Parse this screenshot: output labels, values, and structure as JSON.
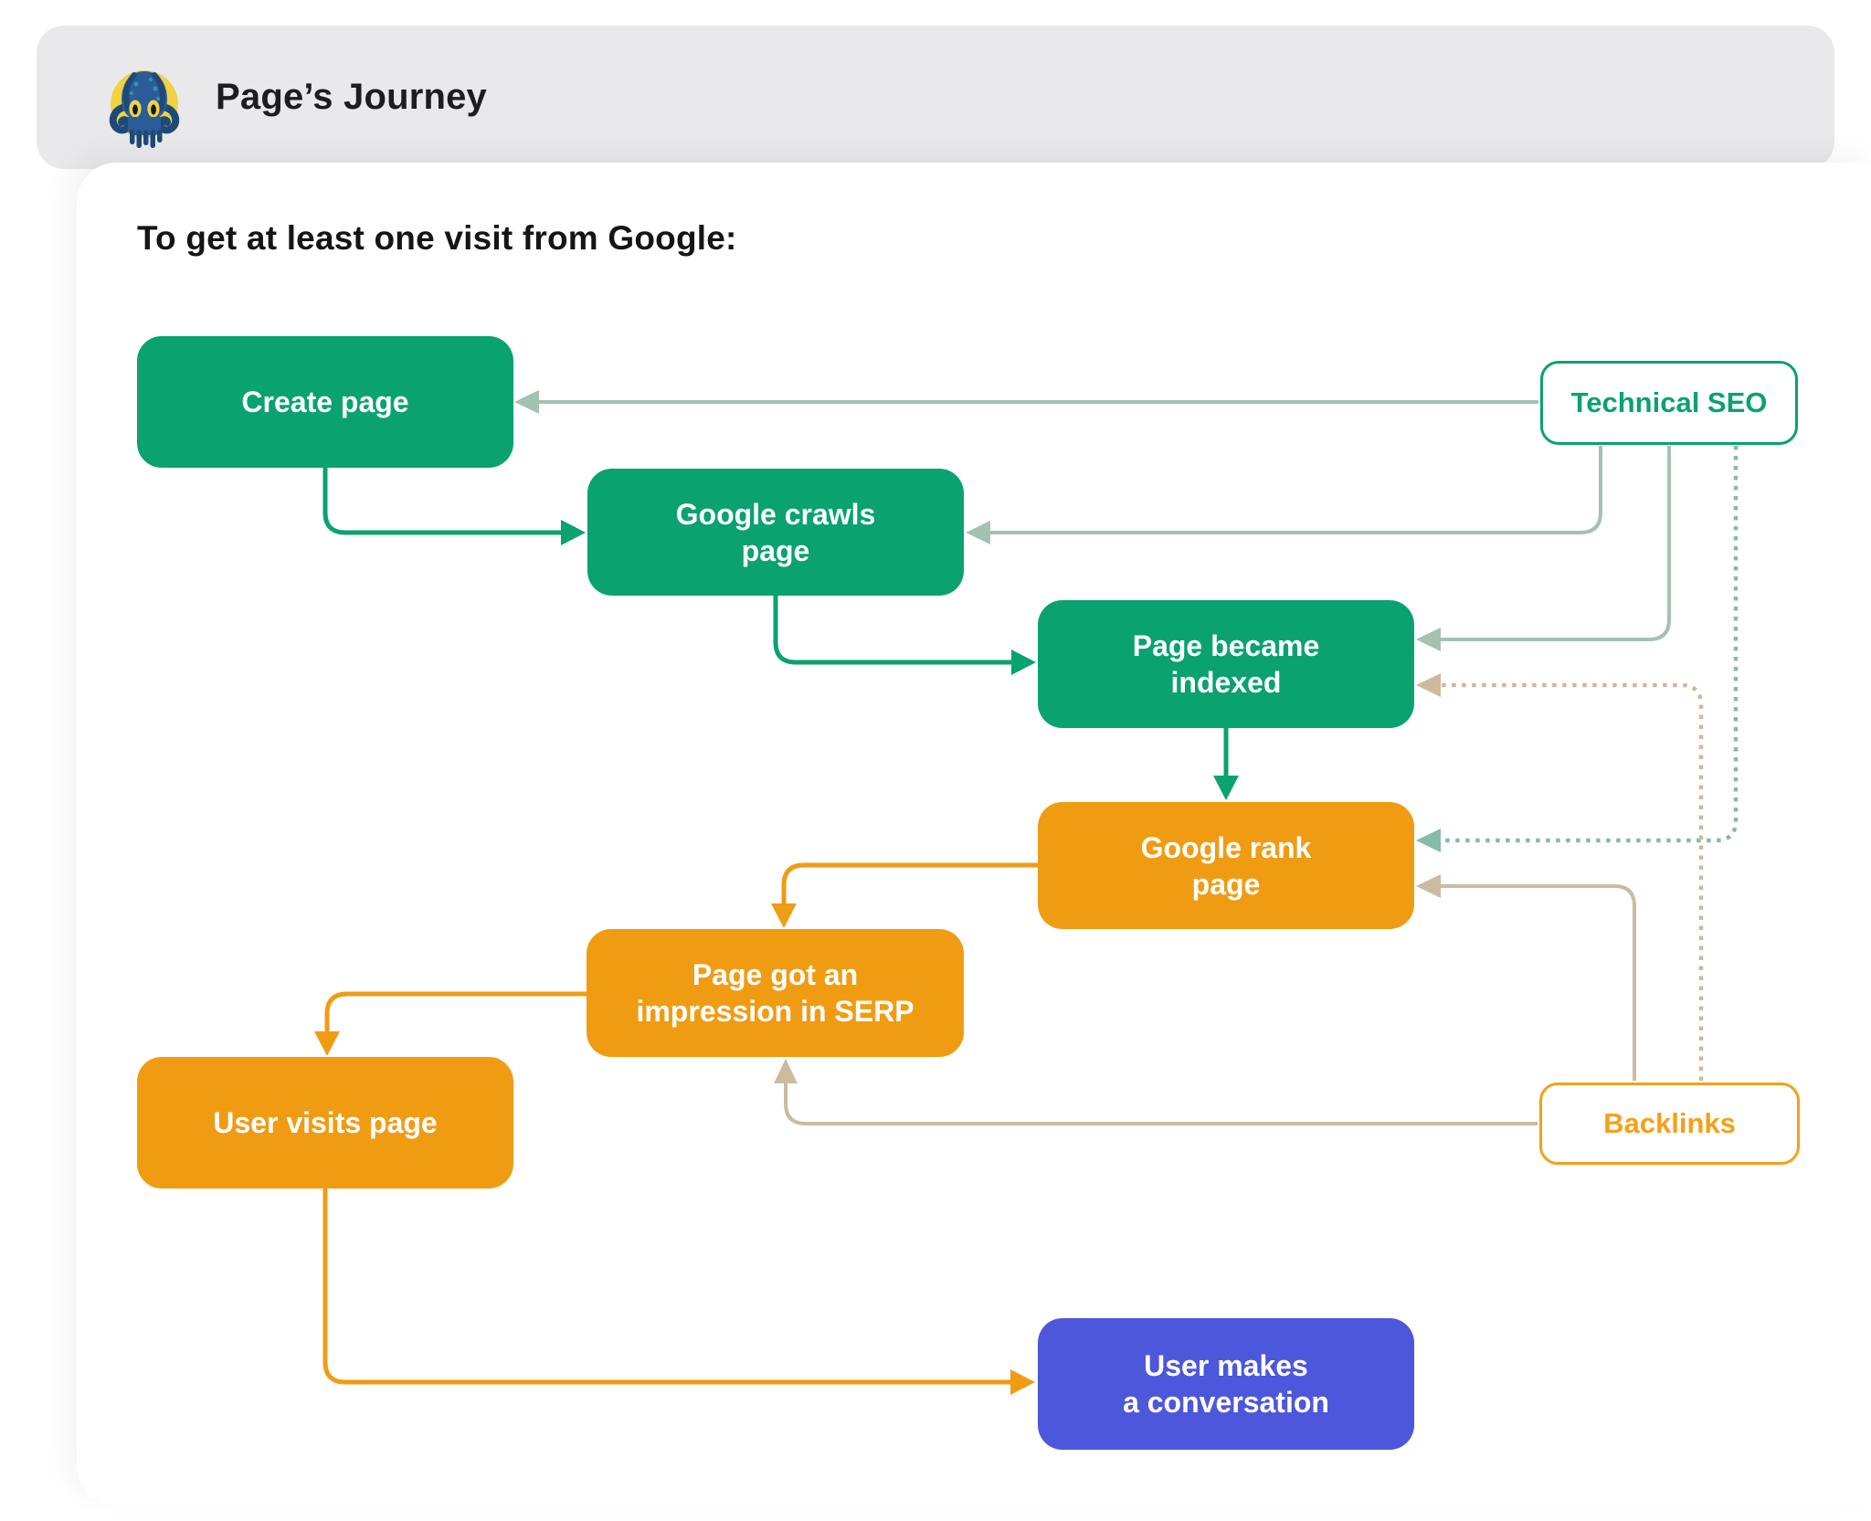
{
  "header": {
    "title": "Page’s Journey",
    "logo": "octopus-logo"
  },
  "content": {
    "heading": "To get at least one visit from Google:"
  },
  "nodes": {
    "create_page": {
      "label": "Create page",
      "style": "solid-green"
    },
    "technical_seo": {
      "label": "Technical SEO",
      "style": "outline-green"
    },
    "google_crawls": {
      "label": "Google crawls\npage",
      "style": "solid-green"
    },
    "page_indexed": {
      "label": "Page became\nindexed",
      "style": "solid-green"
    },
    "google_rank": {
      "label": "Google rank\npage",
      "style": "solid-orange"
    },
    "impression": {
      "label": "Page got an\nimpression in SERP",
      "style": "solid-orange"
    },
    "user_visits": {
      "label": "User visits page",
      "style": "solid-orange"
    },
    "backlinks": {
      "label": "Backlinks",
      "style": "outline-orange"
    },
    "conversation": {
      "label": "User makes\na conversation",
      "style": "solid-blue"
    }
  },
  "edges": [
    {
      "from": "Create page",
      "to": "Google crawls page",
      "style": "solid-green"
    },
    {
      "from": "Google crawls page",
      "to": "Page became indexed",
      "style": "solid-green"
    },
    {
      "from": "Page became indexed",
      "to": "Google rank page",
      "style": "solid-green"
    },
    {
      "from": "Google rank page",
      "to": "Page got an impression in SERP",
      "style": "solid-orange"
    },
    {
      "from": "Page got an impression in SERP",
      "to": "User visits page",
      "style": "solid-orange"
    },
    {
      "from": "User visits page",
      "to": "User makes a conversation",
      "style": "solid-orange"
    },
    {
      "from": "Technical SEO",
      "to": "Create page",
      "style": "solid-sage"
    },
    {
      "from": "Technical SEO",
      "to": "Google crawls page",
      "style": "solid-sage"
    },
    {
      "from": "Technical SEO",
      "to": "Page became indexed",
      "style": "solid-sage"
    },
    {
      "from": "Technical SEO",
      "to": "Google rank page",
      "style": "dashed-teal"
    },
    {
      "from": "Backlinks",
      "to": "Page became indexed",
      "style": "dashed-tan"
    },
    {
      "from": "Backlinks",
      "to": "Google rank page",
      "style": "solid-tan"
    },
    {
      "from": "Backlinks",
      "to": "Page got an impression in SERP",
      "style": "solid-tan"
    }
  ],
  "colors": {
    "green": "#0AA26F",
    "orange": "#F09C13",
    "blue": "#4C57DB",
    "outline_orange": "#F5A01A",
    "sage_arrow": "#A3C2B2",
    "teal_arrow": "#86BBA6",
    "tan_arrow": "#C9BCA0",
    "tan_dash_arrow": "#CDB99D",
    "header_bg": "#E9E9EB",
    "logo_yellow": "#F2D240",
    "logo_blue": "#2A5C9A",
    "logo_navy": "#1E4A7A",
    "logo_spot": "#3C8FA0",
    "title_text": "#1D1D1F",
    "heading_text": "#151517",
    "node_text": "#FFFFFF"
  }
}
